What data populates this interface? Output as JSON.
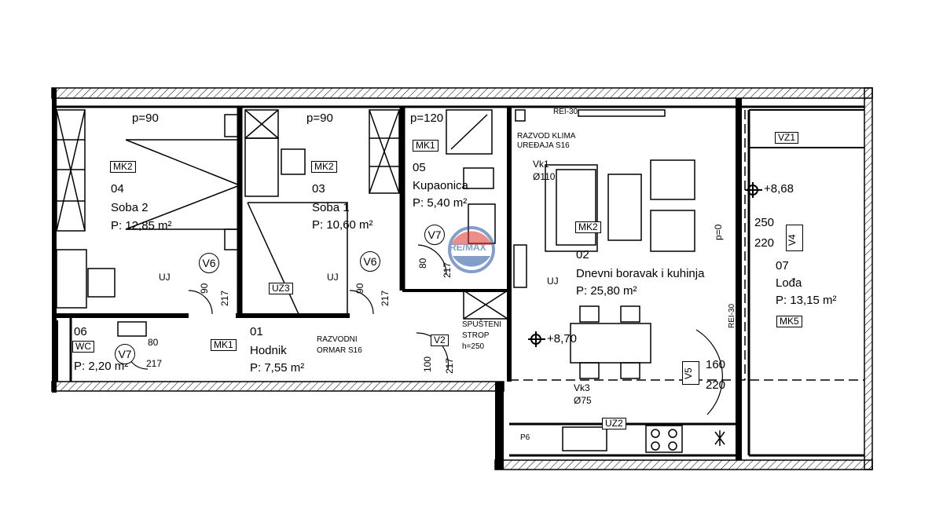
{
  "rooms": {
    "soba2": {
      "code": "MK2",
      "num": "04",
      "name": "Soba 2",
      "area": "P: 12,85 m²"
    },
    "soba1": {
      "code": "MK2",
      "num": "03",
      "name": "Soba 1",
      "area": "P: 10,60 m²"
    },
    "kupaonica": {
      "code": "MK1",
      "num": "05",
      "name": "Kupaonica",
      "area": "P: 5,40 m²"
    },
    "dnevni": {
      "code": "MK2",
      "num": "02",
      "name": "Dnevni boravak i kuhinja",
      "area": "P: 25,80 m²"
    },
    "lodja": {
      "code": "MK5",
      "num": "07",
      "name": "Lođa",
      "area": "P: 13,15 m²"
    },
    "hodnik": {
      "code": "MK1",
      "num": "01",
      "name": "Hodnik",
      "area": "P: 7,55 m²"
    },
    "wc": {
      "code": "WC",
      "num": "06",
      "area": "P: 2,20 m²"
    }
  },
  "dims": {
    "p90a": "p=90",
    "p90b": "p=90",
    "p120": "p=120",
    "d90a": "90",
    "d217a": "217",
    "d90b": "90",
    "d217b": "217",
    "d80k": "80",
    "d217k": "217",
    "d80wc": "80",
    "d217wc": "217",
    "d100": "100",
    "d217v2": "217",
    "d250": "250",
    "d220a": "220",
    "d160": "160",
    "d220b": "220",
    "p0": "p=0"
  },
  "marks": {
    "v6a": "V6",
    "v6b": "V6",
    "v7a": "V7",
    "v7b": "V7",
    "v2": "V2",
    "v4": "V4",
    "v5": "V5",
    "vz1": "VZ1",
    "uz3": "UZ3",
    "uz2": "UZ2",
    "uj1": "UJ",
    "uj2": "UJ",
    "uj3": "UJ",
    "p6": "P6",
    "rei30a": "REI-30",
    "rei30b": "REI-30"
  },
  "notes": {
    "klima1": "RAZVOD KLIMA",
    "klima2": "UREĐAJA S16",
    "vk1": "Vk1",
    "vk1d": "Ø110",
    "vk3": "Vk3",
    "vk3d": "Ø75",
    "razvodni": "RAZVODNI",
    "ormar": "ORMAR S16",
    "spusteni": "SPUŠTENI",
    "strop": "STROP",
    "h250": "h=250",
    "lvl1": "+8,68",
    "lvl2": "+8,70"
  },
  "watermark": "RE/MAX",
  "colors": {
    "wall": "#000000",
    "hatch": "#000000",
    "watermark_red": "#e0312b",
    "watermark_blue": "#1f4fa0"
  }
}
